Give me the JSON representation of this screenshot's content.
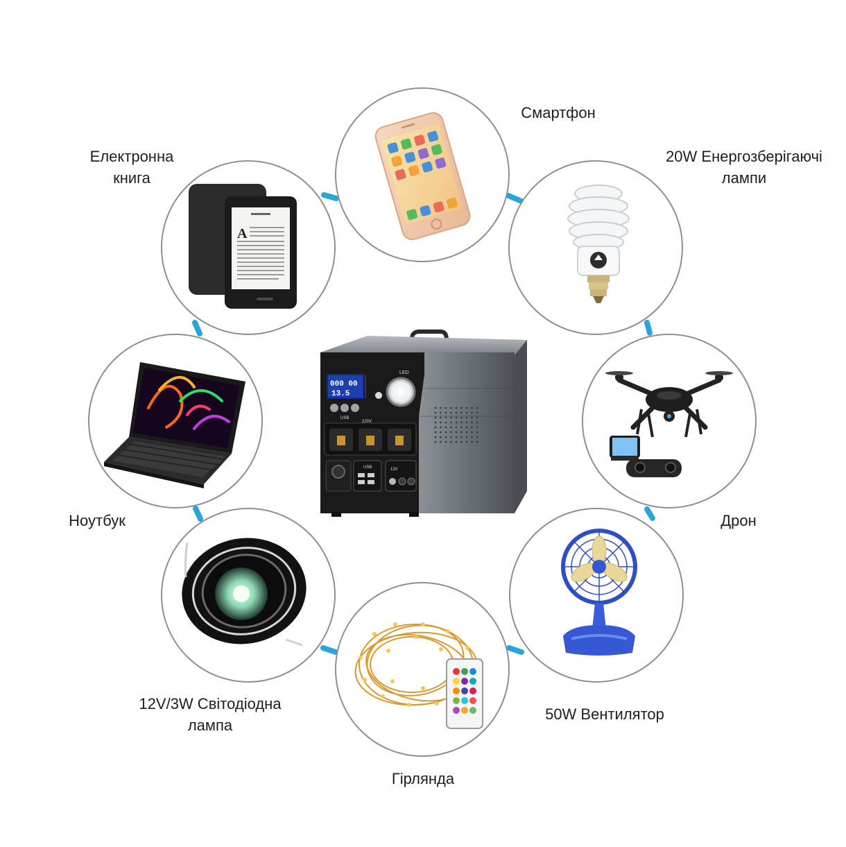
{
  "diagram": {
    "accent_color": "#2aa4dc",
    "circle_border_color": "#8f8f8f",
    "items": [
      {
        "id": "smartphone",
        "lines": [
          "Смартфон"
        ],
        "icon": "smartphone-icon"
      },
      {
        "id": "cfl-lamp",
        "lines": [
          "20W Енергозберігаючі",
          "лампи"
        ],
        "icon": "cfl-bulb-icon"
      },
      {
        "id": "drone",
        "lines": [
          "Дрон"
        ],
        "icon": "drone-icon"
      },
      {
        "id": "fan",
        "lines": [
          "50W Вентилятор"
        ],
        "icon": "fan-icon"
      },
      {
        "id": "garland",
        "lines": [
          "Гірлянда"
        ],
        "icon": "garland-icon"
      },
      {
        "id": "led-lamp",
        "lines": [
          "12V/3W Світодіодна",
          "лампа"
        ],
        "icon": "led-spotlight-icon"
      },
      {
        "id": "laptop",
        "lines": [
          "Ноутбук"
        ],
        "icon": "laptop-icon"
      },
      {
        "id": "ebook",
        "lines": [
          "Електронна",
          "книга"
        ],
        "icon": "ebook-reader-icon"
      }
    ]
  },
  "power_station": {
    "display_top": "000 00",
    "display_bottom": "13.5",
    "label_led": "LED",
    "label_usb_top": "USB",
    "label_220v": "220V",
    "label_usb_bottom": "USB",
    "label_12v": "12V"
  }
}
